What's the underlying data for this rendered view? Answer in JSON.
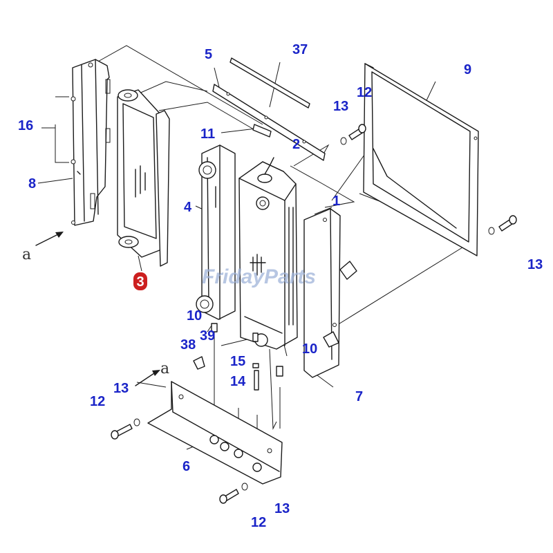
{
  "watermark": "FridayParts",
  "highlight_color": "#cc1f1f",
  "callout_color": "#1a24c8",
  "view_marker": "a",
  "highlighted_part": "3",
  "labels": {
    "l37": "37",
    "l5": "5",
    "l9": "9",
    "l12a": "12",
    "l13a": "13",
    "l16": "16",
    "l11": "11",
    "l2": "2",
    "l8": "8",
    "l4": "4",
    "l1": "1",
    "l13b": "13",
    "l10a": "10",
    "l39": "39",
    "l10b": "10",
    "l38": "38",
    "l15": "15",
    "l14": "14",
    "l7": "7",
    "l13c": "13",
    "l12b": "12",
    "l6": "6",
    "l12c": "12",
    "l13d": "13"
  }
}
